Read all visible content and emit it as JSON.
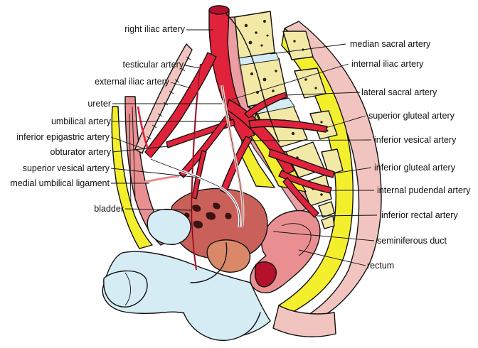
{
  "colors": {
    "artery": "#e0233a",
    "artery_dark": "#b3122a",
    "bone": "#f3e9a6",
    "bone_spots": "#2a2418",
    "fat_yellow": "#f4ef2c",
    "muscle_pink": "#e98f92",
    "skin_pink": "#f2c4bf",
    "bladder": "#c9605a",
    "fluid_blue": "#d6ecf4",
    "outline": "#111111"
  },
  "labels": {
    "left": [
      "right iliac artery",
      "testicular artery",
      "external iliac artery",
      "ureter",
      "umbilical artery",
      "inferior epigastric artery",
      "obturator artery",
      "superior vesical artery",
      "medial umbilical ligament",
      "bladder"
    ],
    "right": [
      "median sacral artery",
      "internal iliac artery",
      "lateral sacral artery",
      "superior gluteal artery",
      "inferior vesical artery",
      "inferior gluteal artery",
      "internal pudendal artery",
      "inferior rectal artery",
      "seminiferous duct",
      "rectum"
    ]
  }
}
